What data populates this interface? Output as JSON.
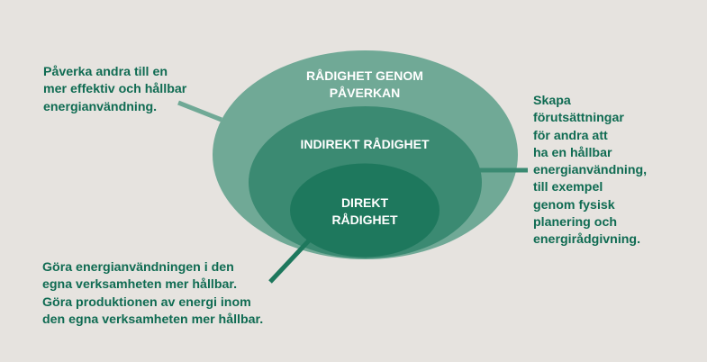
{
  "colors": {
    "background": "#e6e3df",
    "outer_ellipse": "#70a996",
    "middle_ellipse": "#3b8a72",
    "inner_ellipse": "#1e785d",
    "annotation_text": "#0f6b52",
    "label_text": "#ffffff"
  },
  "circles": {
    "outer": {
      "label_lines": [
        "RÅDIGHET GENOM",
        "PÅVERKAN"
      ]
    },
    "middle": {
      "label_lines": [
        "INDIREKT RÅDIGHET"
      ]
    },
    "inner": {
      "label_lines": [
        "DIREKT",
        "RÅDIGHET"
      ]
    }
  },
  "annotations": {
    "left_top": {
      "lines": [
        "Påverka andra till en",
        "mer effektiv och hållbar",
        "energianvändning."
      ],
      "points_to": "outer"
    },
    "right": {
      "lines": [
        "Skapa",
        "förutsättningar",
        "för andra att",
        "ha en hållbar",
        "energianvändning,",
        "till exempel",
        "genom fysisk",
        "planering och",
        "energirådgivning."
      ],
      "points_to": "middle"
    },
    "left_bottom": {
      "lines": [
        "Göra energianvändningen i den",
        "egna verksamheten mer hållbar.",
        "Göra produktionen av energi inom",
        "den egna verksamheten mer hållbar."
      ],
      "points_to": "inner"
    }
  }
}
